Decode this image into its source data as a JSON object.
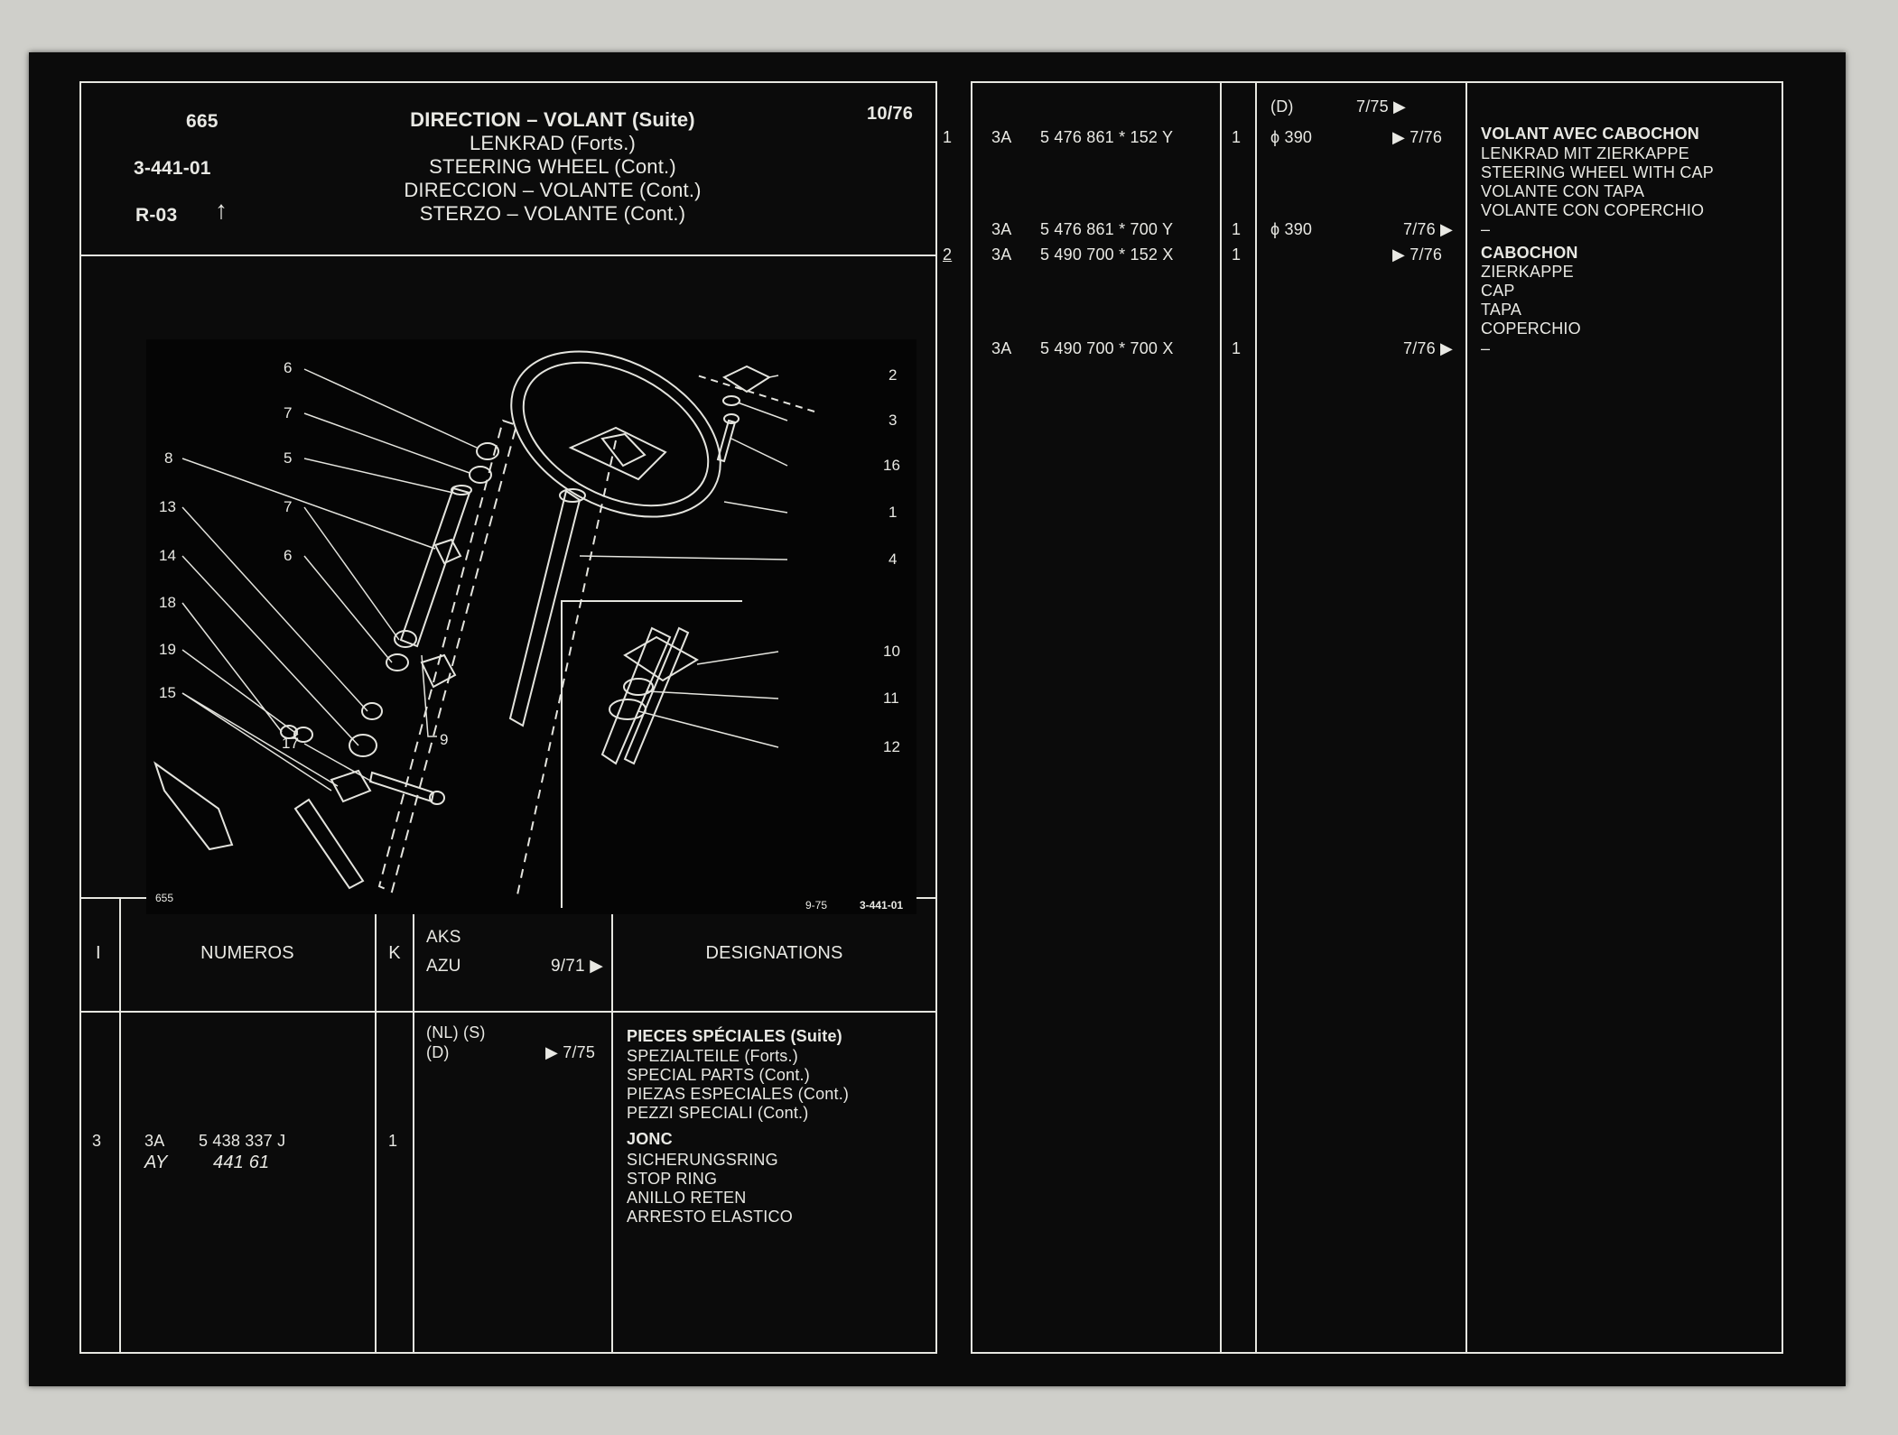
{
  "header": {
    "page_no": "665",
    "ref": "3-441-01",
    "rev": "R-03",
    "arrow": "↑",
    "date": "10/76",
    "title_lines": [
      "DIRECTION – VOLANT (Suite)",
      "LENKRAD (Forts.)",
      "STEERING WHEEL (Cont.)",
      "DIRECCION – VOLANTE (Cont.)",
      "STERZO – VOLANTE (Cont.)"
    ]
  },
  "diagram": {
    "corner_label": "655",
    "date_label": "9-75",
    "ref_label": "3-441-01",
    "callouts": {
      "c1": "1",
      "c2": "2",
      "c3": "3",
      "c4": "4",
      "c5": "5",
      "c6a": "6",
      "c6b": "6",
      "c7a": "7",
      "c7b": "7",
      "c8": "8",
      "c9": "9",
      "c10": "10",
      "c11": "11",
      "c12": "12",
      "c13": "13",
      "c14": "14",
      "c15": "15",
      "c16": "16",
      "c17": "17",
      "c18": "18",
      "c19": "19"
    }
  },
  "table_header": {
    "col_i": "I",
    "col_numeros": "NUMEROS",
    "col_k": "K",
    "col_aks": "AKS",
    "col_azu": "AZU",
    "col_azu_date": "9/71 ▶",
    "col_designations": "DESIGNATIONS"
  },
  "left_rows": {
    "applic_line1": "(NL) (S)",
    "applic_line2": "(D)",
    "applic_date": "▶ 7/75",
    "section_title": "PIECES SPÉCIALES (Suite)",
    "section_lines": [
      "SPEZIALTEILE (Forts.)",
      "SPECIAL PARTS (Cont.)",
      "PIEZAS ESPECIALES (Cont.)",
      "PEZZI SPECIALI (Cont.)"
    ],
    "row3": {
      "idx": "3",
      "prefix": "3A",
      "number": "5 438 337 J",
      "alt_prefix": "AY",
      "alt_number": "441 61",
      "qty": "1",
      "name": "JONC",
      "name_lines": [
        "SICHERUNGSRING",
        "STOP RING",
        "ANILLO RETEN",
        "ARRESTO ELASTICO"
      ]
    }
  },
  "right_rows": {
    "top_applic": "(D)",
    "top_date": "7/75 ▶",
    "row1": {
      "idx": "1",
      "a": {
        "prefix": "3A",
        "number": "5 476 861 * 152 Y",
        "qty": "1",
        "dia": "ϕ 390",
        "date": "▶ 7/76"
      },
      "b": {
        "prefix": "3A",
        "number": "5 476 861 * 700 Y",
        "qty": "1",
        "dia": "ϕ 390",
        "date": "7/76 ▶",
        "dash": "–"
      },
      "name": "VOLANT AVEC CABOCHON",
      "name_lines": [
        "LENKRAD MIT ZIERKAPPE",
        "STEERING WHEEL WITH CAP",
        "VOLANTE CON TAPA",
        "VOLANTE CON COPERCHIO"
      ]
    },
    "row2": {
      "idx": "2",
      "a": {
        "prefix": "3A",
        "number": "5 490 700 * 152 X",
        "qty": "1",
        "date": "▶ 7/76"
      },
      "b": {
        "prefix": "3A",
        "number": "5 490 700 * 700 X",
        "qty": "1",
        "date": "7/76 ▶",
        "dash": "–"
      },
      "name": "CABOCHON",
      "name_lines": [
        "ZIERKAPPE",
        "CAP",
        "TAPA",
        "COPERCHIO"
      ]
    }
  },
  "colors": {
    "film": "#0b0b0b",
    "ink": "#e9e9e4",
    "frame": "#cfcfca"
  }
}
